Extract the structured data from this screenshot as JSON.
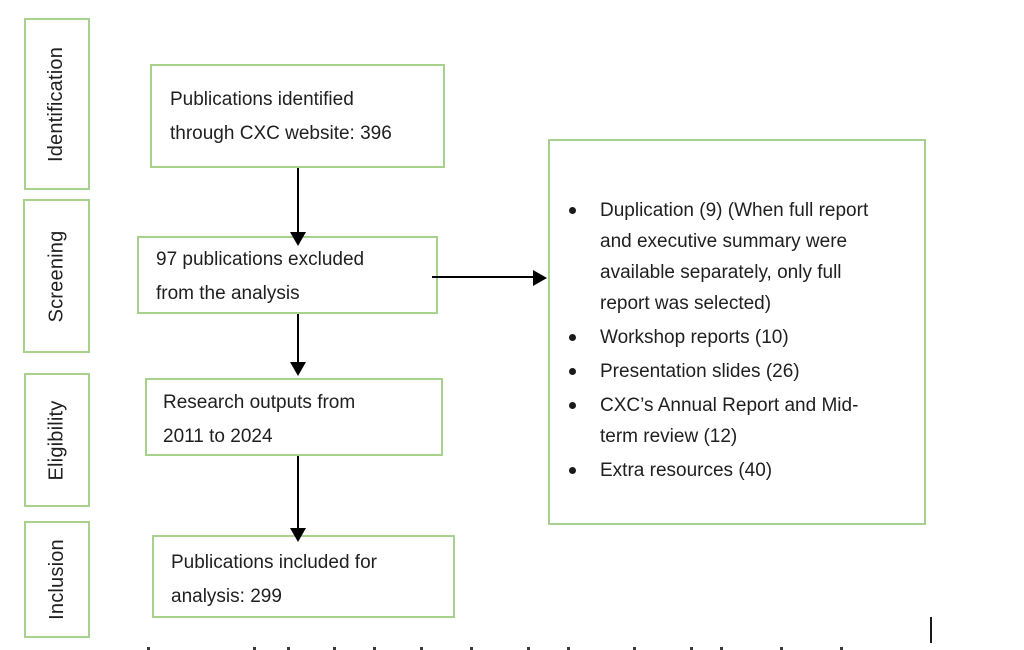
{
  "colors": {
    "box_border_green": "#a9d18e",
    "text": "#1f1f1f",
    "arrow": "#000000",
    "background": "#ffffff"
  },
  "sidebar": {
    "stages": [
      "Identification",
      "Screening",
      "Eligibility",
      "Inclusion"
    ]
  },
  "flow_boxes": [
    {
      "name": "identified",
      "lines": [
        "Publications identified",
        "through CXC website: 396"
      ]
    },
    {
      "name": "excluded",
      "lines": [
        "97 publications excluded",
        "from the analysis"
      ]
    },
    {
      "name": "eligible",
      "lines": [
        "Research outputs from",
        "2011 to 2024"
      ]
    },
    {
      "name": "included",
      "lines": [
        "Publications included for",
        "analysis: 299"
      ]
    }
  ],
  "exclusion_reasons": {
    "items": [
      "Duplication (9) (When full report and executive summary were available separately, only full report was selected)",
      "Workshop reports (10)",
      "Presentation slides (26)",
      "CXC’s Annual Report and Mid-term review (12)",
      "Extra resources (40)"
    ]
  }
}
